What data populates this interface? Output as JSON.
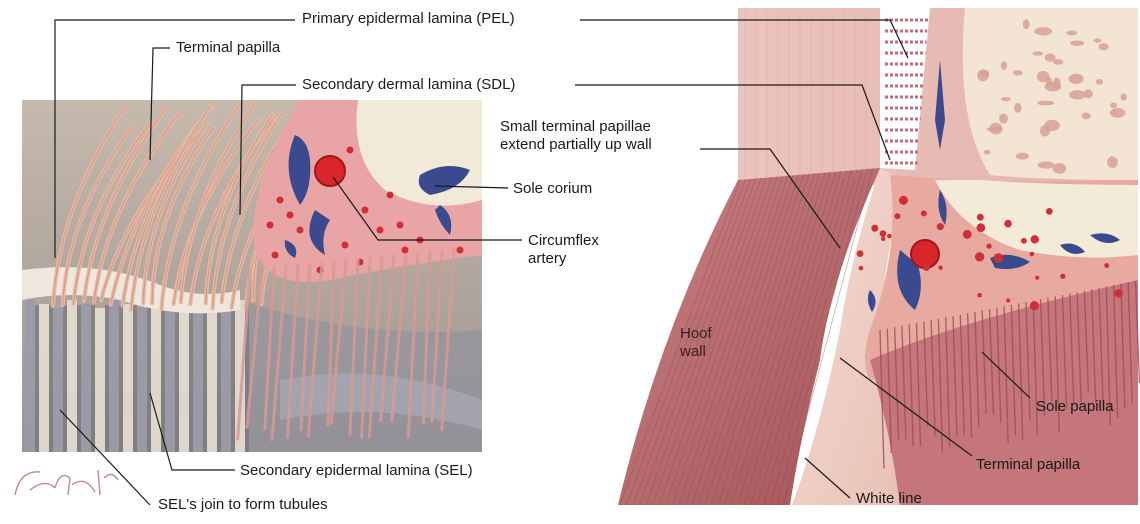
{
  "labels": {
    "pel": "Primary epidermal lamina (PEL)",
    "terminal_papilla_left": "Terminal papilla",
    "sdl": "Secondary dermal lamina (SDL)",
    "small_terminal_line1": "Small terminal papillae",
    "small_terminal_line2": "extend partially up wall",
    "sole_corium": "Sole corium",
    "circumflex_line1": "Circumflex",
    "circumflex_line2": "artery",
    "hoof_wall_line1": "Hoof",
    "hoof_wall_line2": "wall",
    "sole_papilla": "Sole papilla",
    "terminal_papilla_right": "Terminal papilla",
    "sel": "Secondary epidermal lamina (SEL)",
    "sel_tubules": "SEL's join to form tubules",
    "white_line": "White line"
  },
  "signature": "Carter '04",
  "colors": {
    "leader": "#1a1a1a",
    "tissue_pink": "#e8a9a0",
    "wall_red": "#b86a6c",
    "vein_blue": "#3b4a8e",
    "artery_red": "#d8262a",
    "bone_cream": "#f3ead8"
  }
}
